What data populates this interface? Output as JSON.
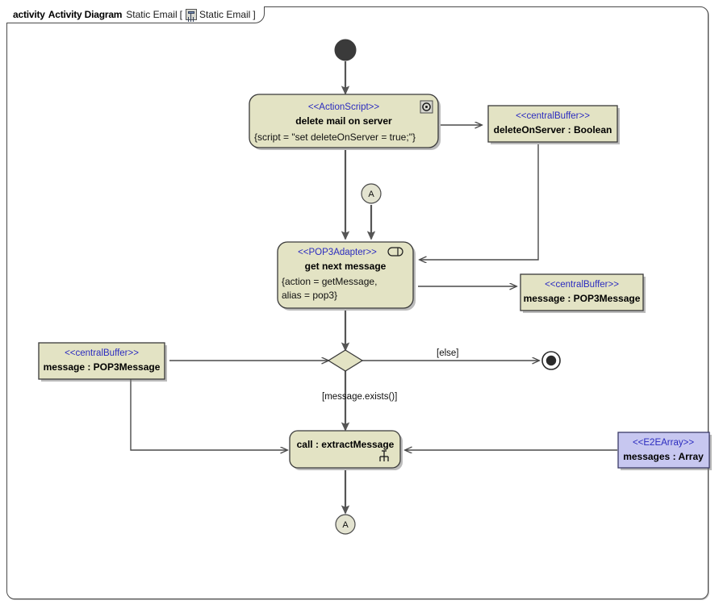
{
  "frame": {
    "keyword": "activity",
    "type_name": "Activity Diagram",
    "diagram_name": "Static Email",
    "open_bracket": "[",
    "close_bracket": "]",
    "qualified_name": "Static Email",
    "icon": "activity-diagram-icon"
  },
  "colors": {
    "node_fill": "#e3e3c4",
    "node_stroke": "#3a3a3a",
    "object_fill": "#e3e3c4",
    "array_fill": "#c7c7f0",
    "array_stroke": "#3a3a66",
    "stereotype_text": "#2b2bbf",
    "edge": "#4a4a4a",
    "initial_node": "#3a3a3a",
    "diamond_fill": "#e3e3c4",
    "connector_fill": "#e3e3d0",
    "frame_border": "#4a4a4a",
    "background": "#ffffff"
  },
  "nodes": {
    "initial": {
      "name": "initial-node",
      "shape": "filled-circle"
    },
    "delete_mail": {
      "stereotype": "<<ActionScript>>",
      "name": "delete mail on server",
      "body": "{script = \"set deleteOnServer = true;\"}",
      "icon": "script-gear-icon"
    },
    "delete_on_server_buffer": {
      "stereotype": "<<centralBuffer>>",
      "name": "deleteOnServer : Boolean"
    },
    "connector_in": {
      "label": "A"
    },
    "get_next_message": {
      "stereotype": "<<POP3Adapter>>",
      "name": "get next message",
      "body_line1": "{action = getMessage,",
      "body_line2": "alias = pop3}",
      "icon": "port-adapter-icon"
    },
    "message_buffer_right": {
      "stereotype": "<<centralBuffer>>",
      "name": "message : POP3Message"
    },
    "message_buffer_left": {
      "stereotype": "<<centralBuffer>>",
      "name": "message : POP3Message"
    },
    "decision": {
      "name": "decision-node",
      "shape": "diamond"
    },
    "final": {
      "name": "activity-final-node",
      "shape": "bullseye"
    },
    "extract_message": {
      "name": "call : extractMessage",
      "icon": "rake-icon"
    },
    "messages_array": {
      "stereotype": "<<E2EArray>>",
      "name": "messages : Array"
    },
    "connector_out": {
      "label": "A"
    }
  },
  "edges": {
    "else_guard": "[else]",
    "exists_guard": "[message.exists()]"
  }
}
